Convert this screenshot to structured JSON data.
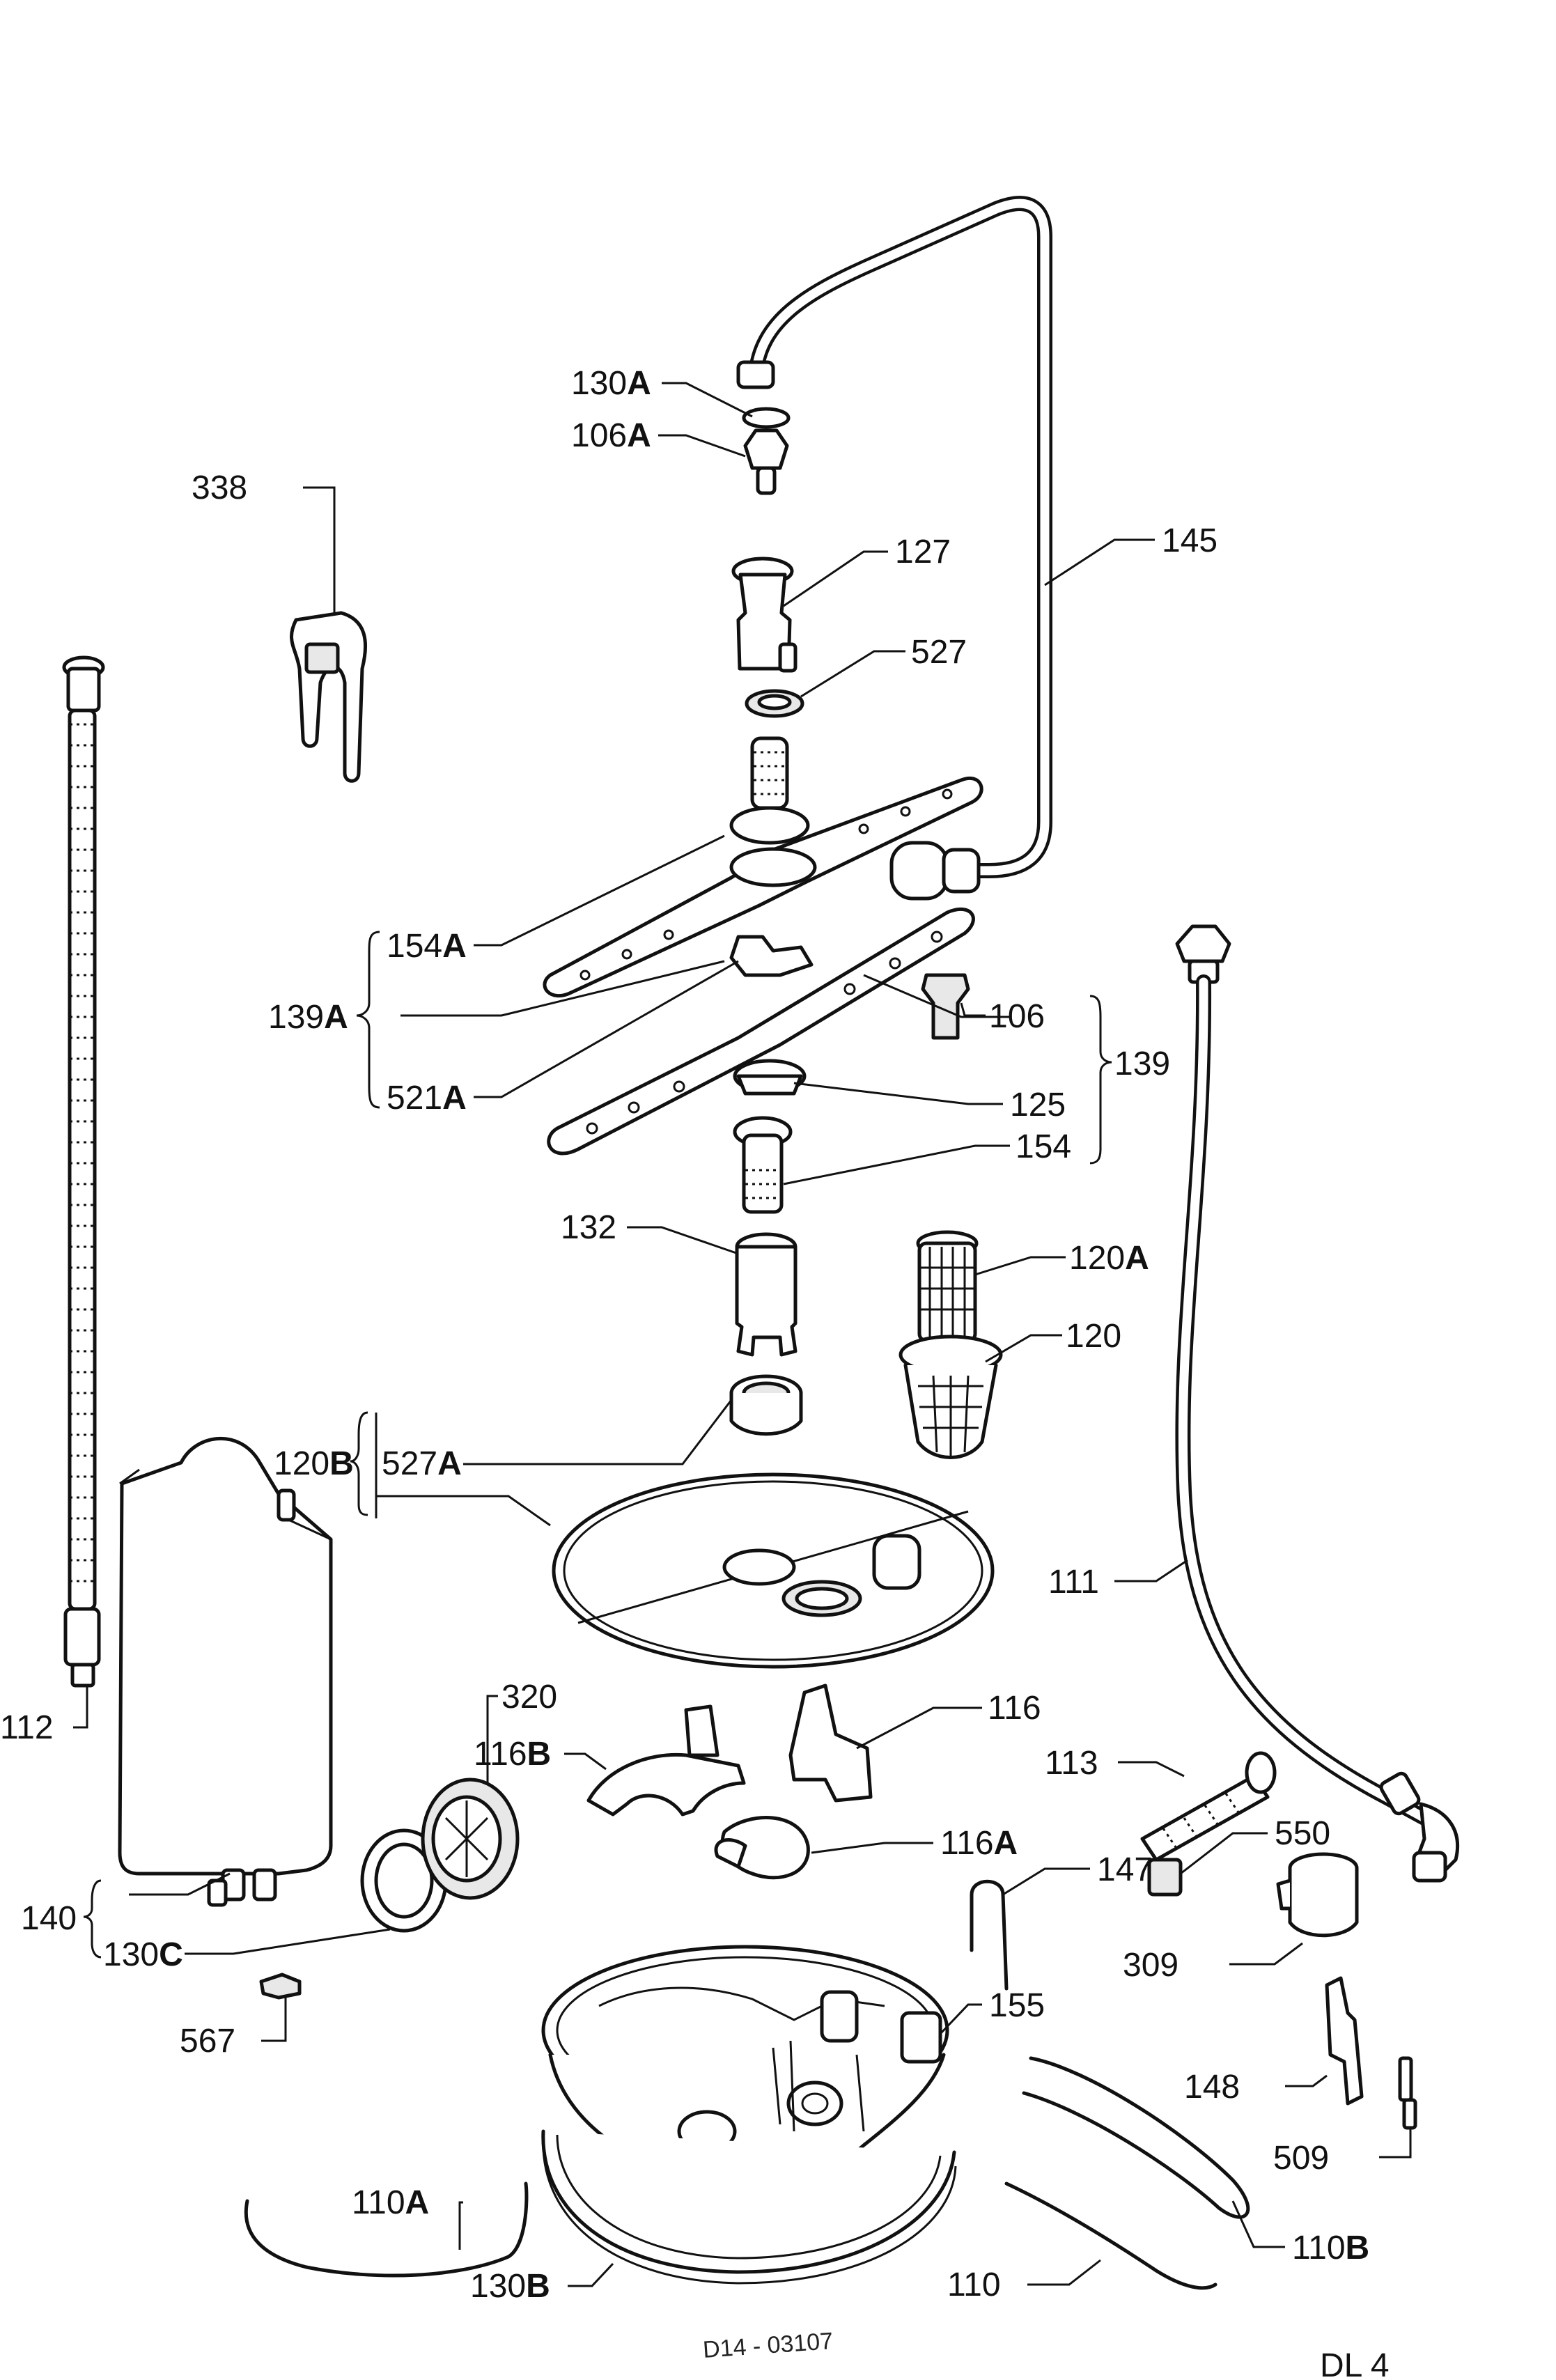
{
  "labels": {
    "l130a_num": "130",
    "l130a_suf": "A",
    "l106a_num": "106",
    "l106a_suf": "A",
    "l338": "338",
    "l127": "127",
    "l145": "145",
    "l527": "527",
    "l154a_num": "154",
    "l154a_suf": "A",
    "l139a_num": "139",
    "l139a_suf": "A",
    "l521a_num": "521",
    "l521a_suf": "A",
    "l106": "106",
    "l139": "139",
    "l125": "125",
    "l154": "154",
    "l132": "132",
    "l120a_num": "120",
    "l120a_suf": "A",
    "l120": "120",
    "l120b_num": "120",
    "l120b_suf": "B",
    "l527a_num": "527",
    "l527a_suf": "A",
    "l111": "111",
    "l112": "112",
    "l320": "320",
    "l116b_num": "116",
    "l116b_suf": "B",
    "l116": "116",
    "l113": "113",
    "l116a_num": "116",
    "l116a_suf": "A",
    "l550": "550",
    "l147": "147",
    "l140": "140",
    "l130c_num": "130",
    "l130c_suf": "C",
    "l309": "309",
    "l567": "567",
    "l155": "155",
    "l148": "148",
    "l509": "509",
    "l110a_num": "110",
    "l110a_suf": "A",
    "l110b_num": "110",
    "l110b_suf": "B",
    "l130b_num": "130",
    "l130b_suf": "B",
    "l110": "110"
  },
  "drawing_code": "D14 - 03107",
  "sheet_id": "DL 4"
}
